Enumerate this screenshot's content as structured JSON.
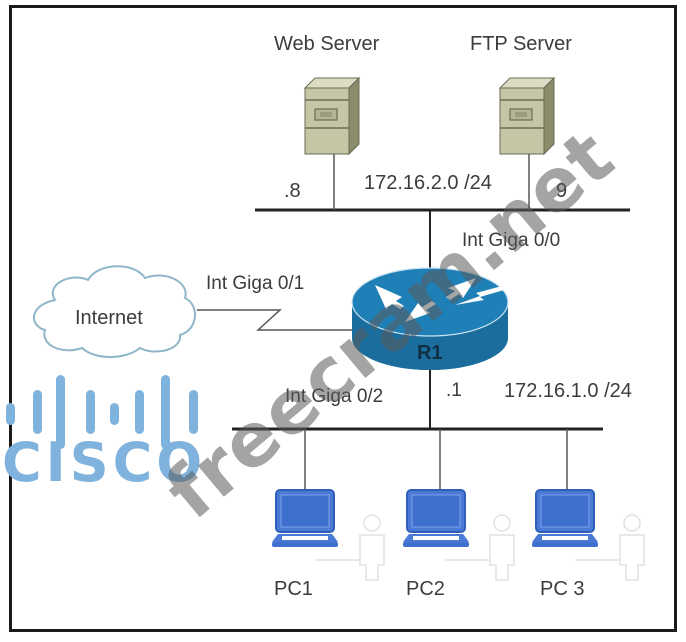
{
  "devices": {
    "web_server": {
      "label": "Web Server",
      "host": ".8"
    },
    "ftp_server": {
      "label": "FTP Server",
      "host": "9"
    },
    "router": {
      "label": "R1",
      "lan_host": ".1"
    },
    "internet": {
      "label": "Internet"
    },
    "pcs": [
      {
        "label": "PC1"
      },
      {
        "label": "PC2"
      },
      {
        "label": "PC 3"
      }
    ]
  },
  "interfaces": {
    "g00": "Int Giga 0/0",
    "g01": "Int Giga 0/1",
    "g02": "Int Giga 0/2"
  },
  "networks": {
    "server_lan": "172.16.2.0 /24",
    "pc_lan": "172.16.1.0 /24"
  },
  "overlays": {
    "logo_text": "CISCO",
    "watermark": "freecram.net"
  },
  "colors": {
    "router_blue": "#1d7ab0",
    "laptop_blue": "#3f6fcf",
    "server_khaki": "#c4c6a6",
    "cisco_blue": "#7fb3dd",
    "cloud_outline": "#8fb6c9"
  }
}
